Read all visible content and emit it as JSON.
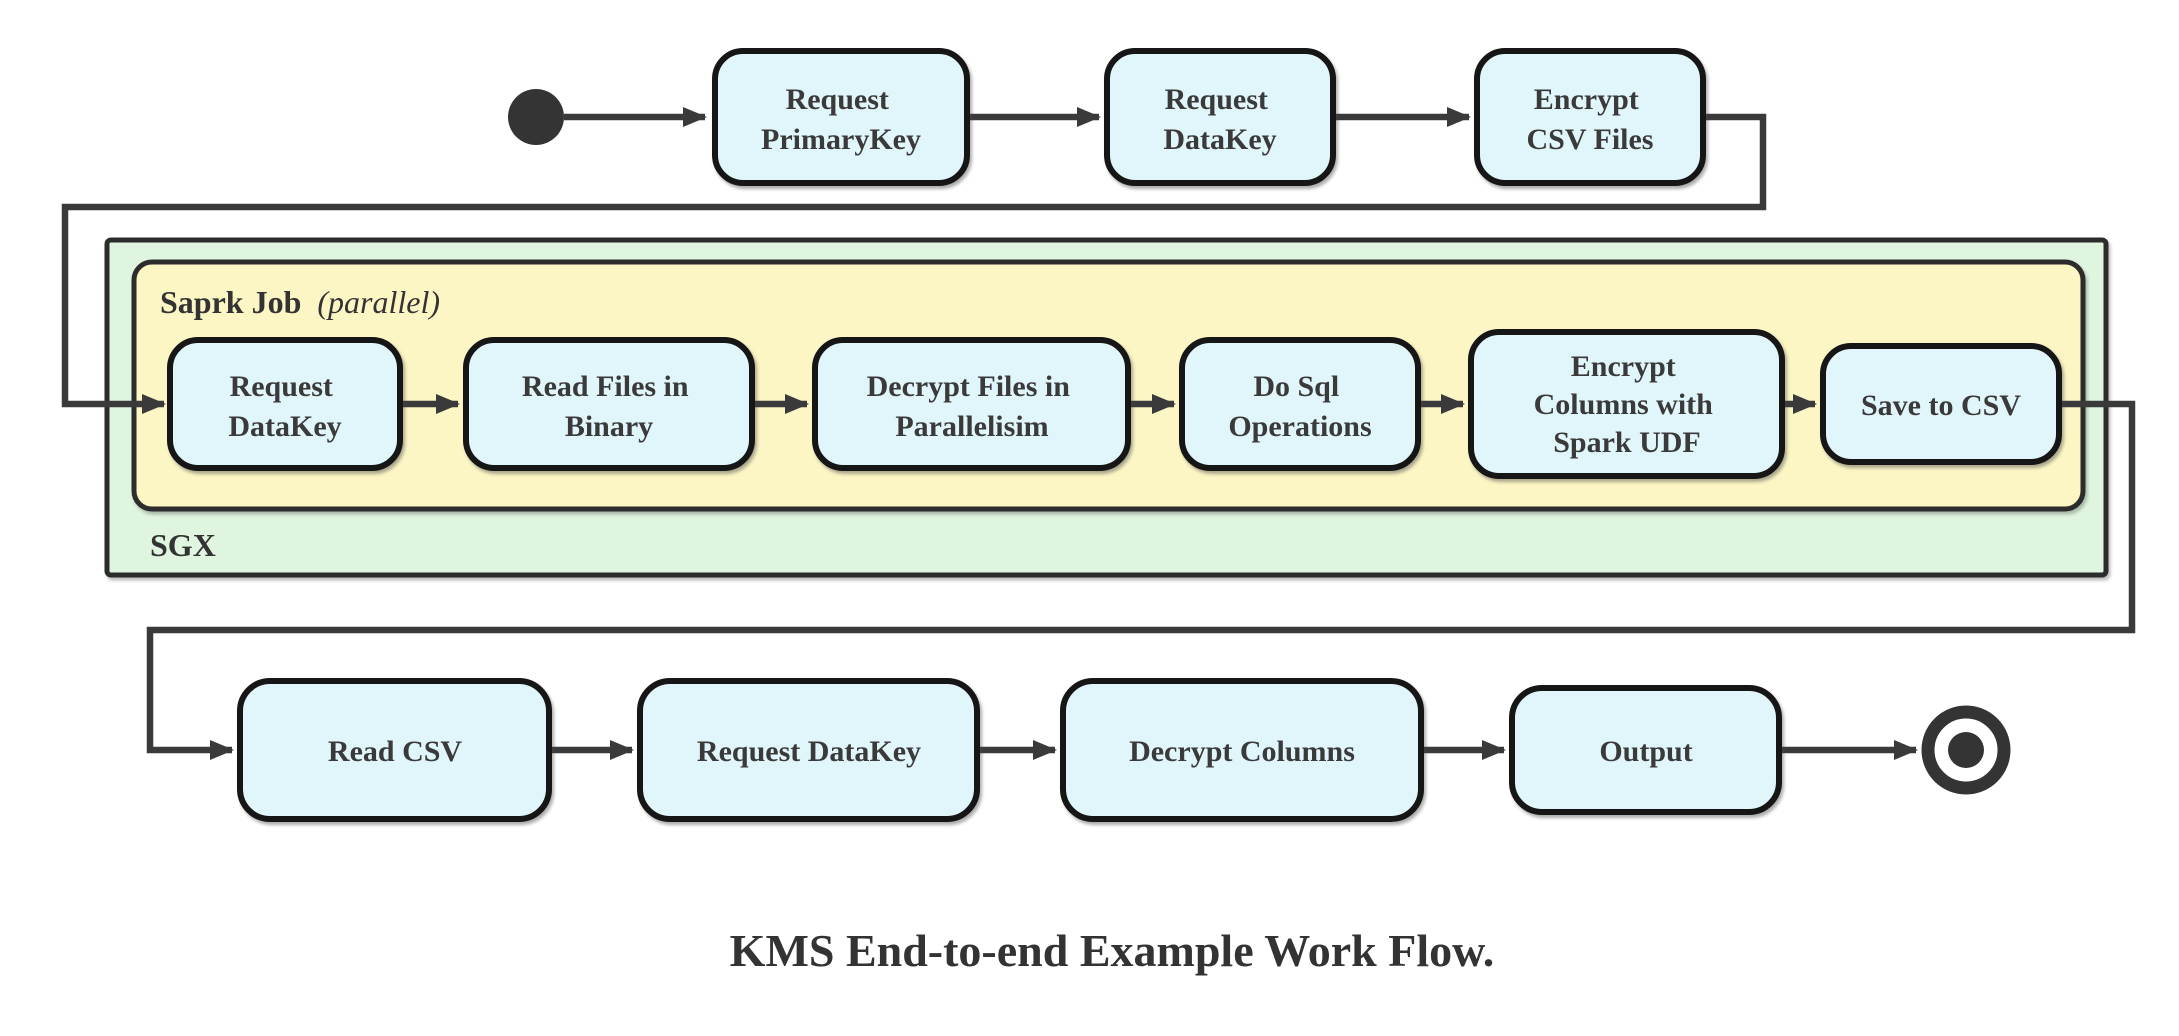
{
  "diagram": {
    "caption": "KMS End-to-end Example Work Flow.",
    "colors": {
      "node_fill": "#e1f6fa",
      "node_border": "#161616",
      "sgx_fill": "#dff5df",
      "spark_fill": "#fcf6c5",
      "edge": "#3a3a3a",
      "terminal": "#343434"
    },
    "containers": {
      "sgx": {
        "label": "SGX"
      },
      "spark": {
        "label": "Saprk Job",
        "qualifier": "(parallel)"
      }
    },
    "nodes": {
      "request_primarykey": {
        "lines": [
          "Request",
          "PrimaryKey"
        ]
      },
      "request_datakey_top": {
        "lines": [
          "Request",
          "DataKey"
        ]
      },
      "encrypt_csv_files": {
        "lines": [
          "Encrypt",
          "CSV Files"
        ]
      },
      "request_datakey_sgx": {
        "lines": [
          "Request",
          "DataKey"
        ]
      },
      "read_files_in_binary": {
        "lines": [
          "Read Files in",
          "Binary"
        ]
      },
      "decrypt_files_in_parallelisim": {
        "lines": [
          "Decrypt Files in",
          "Parallelisim"
        ]
      },
      "do_sql_operations": {
        "lines": [
          "Do Sql",
          "Operations"
        ]
      },
      "encrypt_columns_with_spark_udf": {
        "lines": [
          "Encrypt",
          "Columns with",
          "Spark UDF"
        ]
      },
      "save_to_csv": {
        "lines": [
          "Save to CSV"
        ]
      },
      "read_csv": {
        "lines": [
          "Read CSV"
        ]
      },
      "request_datakey_bottom": {
        "lines": [
          "Request DataKey"
        ]
      },
      "decrypt_columns": {
        "lines": [
          "Decrypt Columns"
        ]
      },
      "output": {
        "lines": [
          "Output"
        ]
      }
    },
    "flow_order": [
      "Start",
      "Request PrimaryKey",
      "Request DataKey",
      "Encrypt CSV Files",
      "Request DataKey",
      "Read Files in Binary",
      "Decrypt Files in Parallelisim",
      "Do Sql Operations",
      "Encrypt Columns with Spark UDF",
      "Save to CSV",
      "Read CSV",
      "Request DataKey",
      "Decrypt Columns",
      "Output",
      "End"
    ]
  }
}
